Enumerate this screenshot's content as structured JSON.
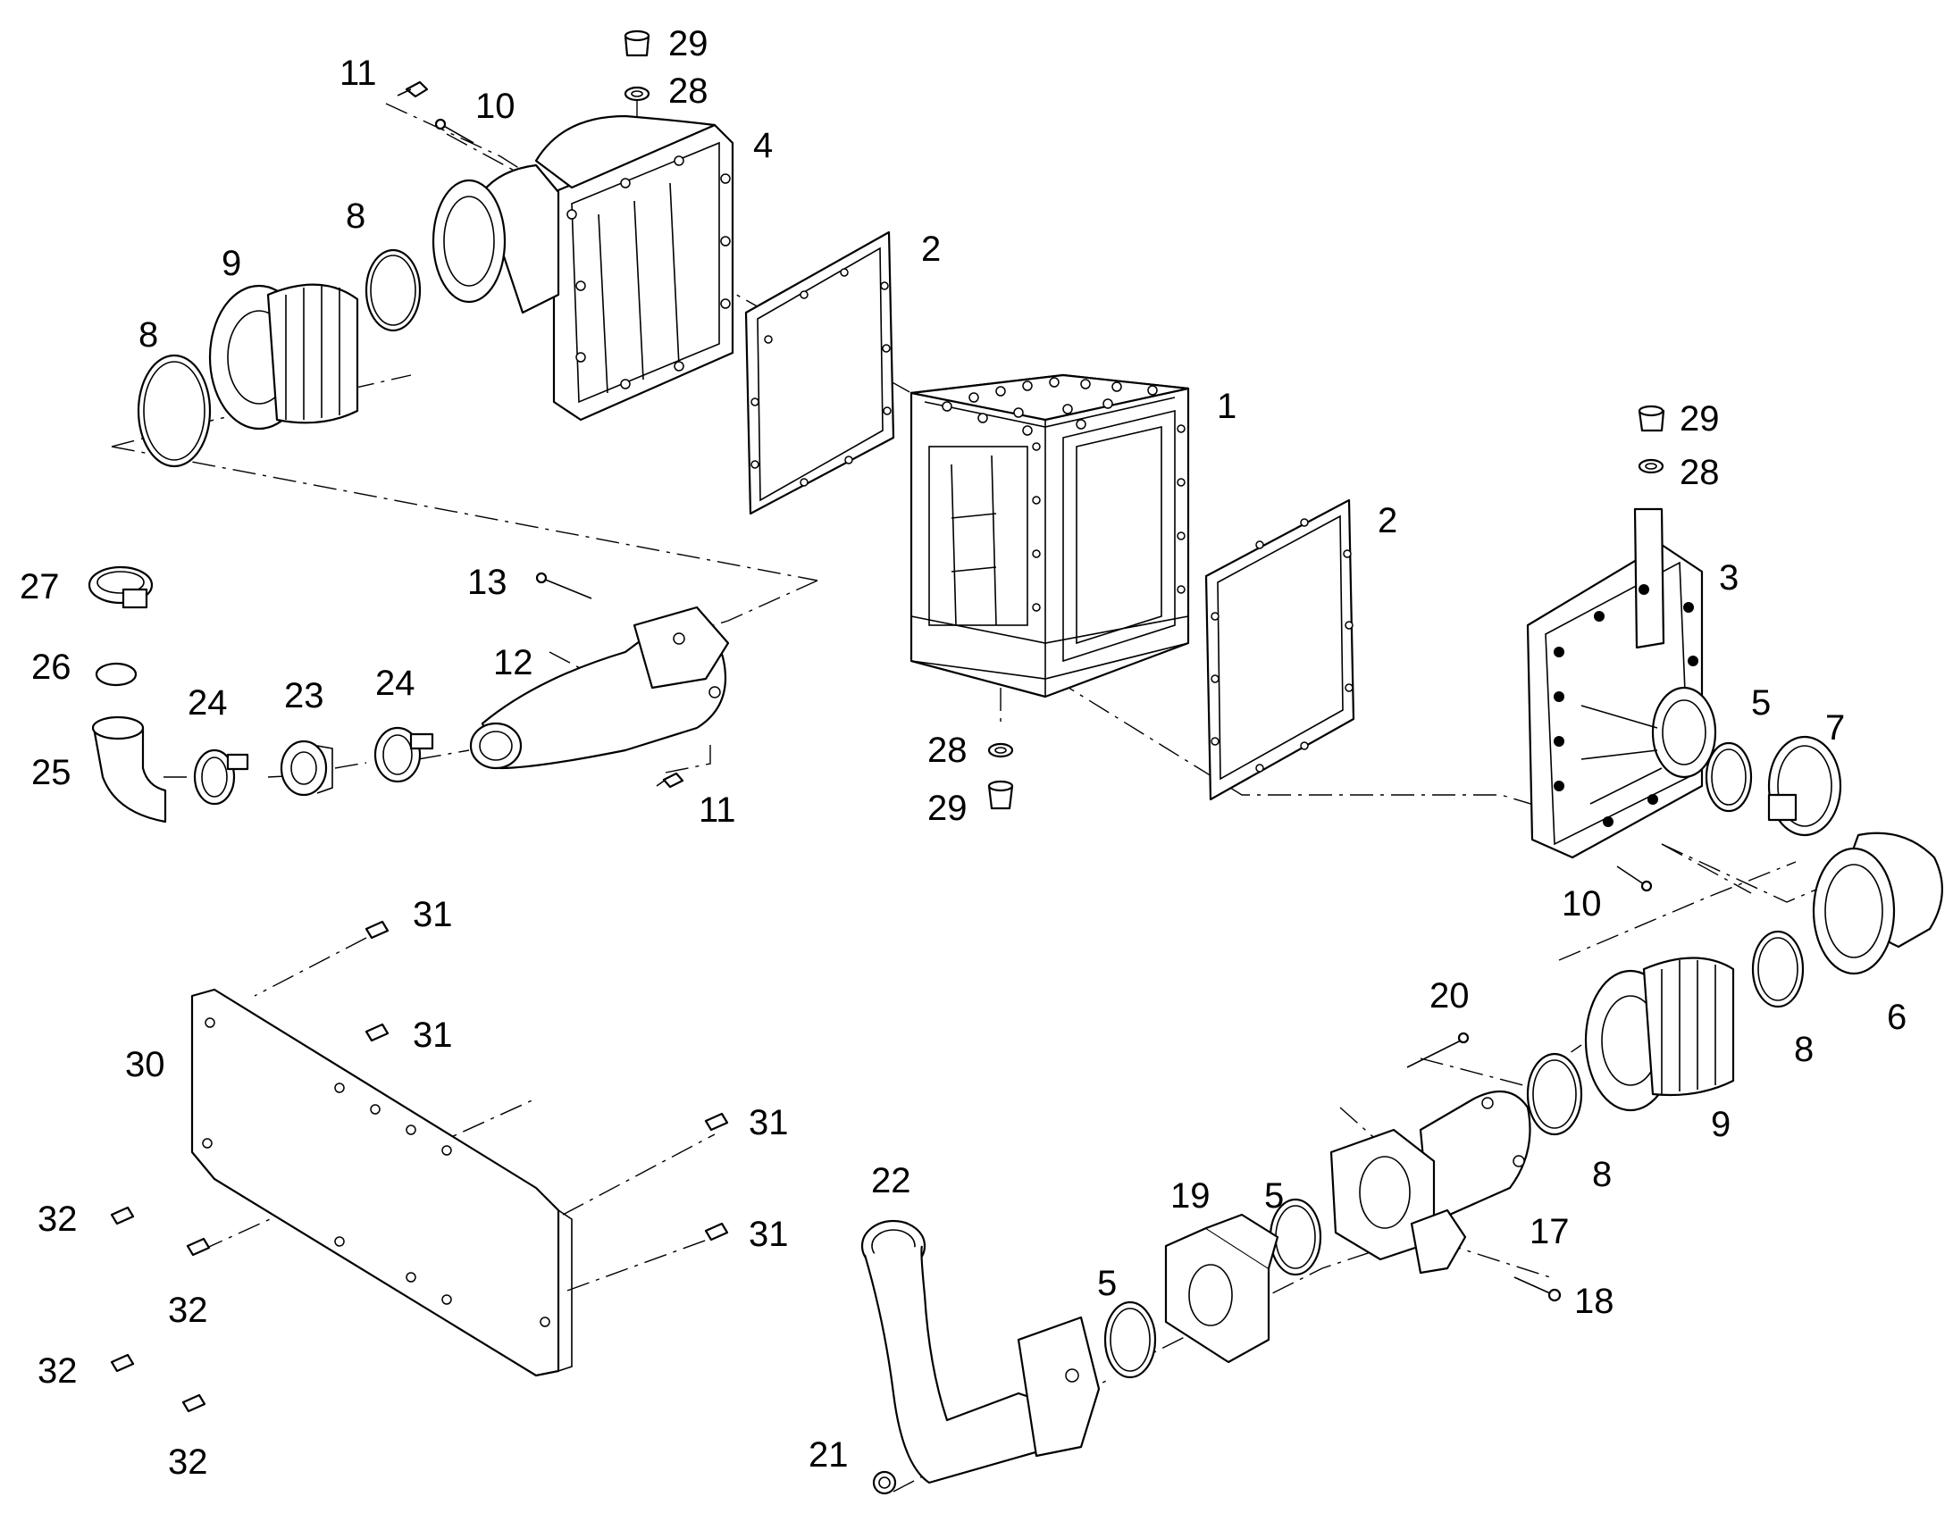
{
  "callouts": [
    {
      "id": "c-29a",
      "text": "29"
    },
    {
      "id": "c-28a",
      "text": "28"
    },
    {
      "id": "c-11a",
      "text": "11"
    },
    {
      "id": "c-10a",
      "text": "10"
    },
    {
      "id": "c-4",
      "text": "4"
    },
    {
      "id": "c-8a",
      "text": "8"
    },
    {
      "id": "c-9a",
      "text": "9"
    },
    {
      "id": "c-8b",
      "text": "8"
    },
    {
      "id": "c-2a",
      "text": "2"
    },
    {
      "id": "c-1",
      "text": "1"
    },
    {
      "id": "c-29b",
      "text": "29"
    },
    {
      "id": "c-28b",
      "text": "28"
    },
    {
      "id": "c-2b",
      "text": "2"
    },
    {
      "id": "c-3",
      "text": "3"
    },
    {
      "id": "c-27",
      "text": "27"
    },
    {
      "id": "c-13",
      "text": "13"
    },
    {
      "id": "c-12",
      "text": "12"
    },
    {
      "id": "c-26",
      "text": "26"
    },
    {
      "id": "c-24a",
      "text": "24"
    },
    {
      "id": "c-23",
      "text": "23"
    },
    {
      "id": "c-24b",
      "text": "24"
    },
    {
      "id": "c-25",
      "text": "25"
    },
    {
      "id": "c-11b",
      "text": "11"
    },
    {
      "id": "c-28c",
      "text": "28"
    },
    {
      "id": "c-29c",
      "text": "29"
    },
    {
      "id": "c-5a",
      "text": "5"
    },
    {
      "id": "c-7",
      "text": "7"
    },
    {
      "id": "c-10b",
      "text": "10"
    },
    {
      "id": "c-31a",
      "text": "31"
    },
    {
      "id": "c-31b",
      "text": "31"
    },
    {
      "id": "c-30",
      "text": "30"
    },
    {
      "id": "c-31c",
      "text": "31"
    },
    {
      "id": "c-31d",
      "text": "31"
    },
    {
      "id": "c-32a",
      "text": "32"
    },
    {
      "id": "c-32b",
      "text": "32"
    },
    {
      "id": "c-32c",
      "text": "32"
    },
    {
      "id": "c-32d",
      "text": "32"
    },
    {
      "id": "c-20",
      "text": "20"
    },
    {
      "id": "c-6",
      "text": "6"
    },
    {
      "id": "c-8c",
      "text": "8"
    },
    {
      "id": "c-9b",
      "text": "9"
    },
    {
      "id": "c-8d",
      "text": "8"
    },
    {
      "id": "c-22",
      "text": "22"
    },
    {
      "id": "c-19",
      "text": "19"
    },
    {
      "id": "c-5b",
      "text": "5"
    },
    {
      "id": "c-17",
      "text": "17"
    },
    {
      "id": "c-5c",
      "text": "5"
    },
    {
      "id": "c-18",
      "text": "18"
    },
    {
      "id": "c-21",
      "text": "21"
    }
  ]
}
